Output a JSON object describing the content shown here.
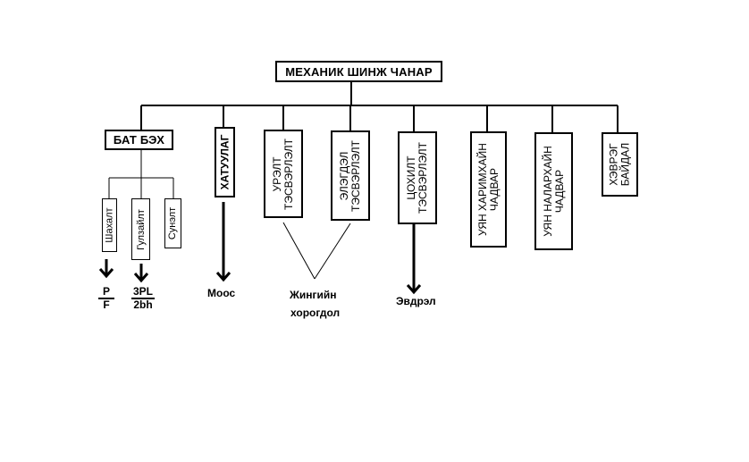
{
  "diagram": {
    "root": {
      "label": "МЕХАНИК ШИНЖ ЧАНАР"
    },
    "branches": [
      {
        "label": "БАТ БЭХ",
        "children": [
          {
            "label": "Шахалт",
            "formula": {
              "numerator": "P",
              "denominator": "F"
            }
          },
          {
            "label": "Гулзайлт",
            "formula": {
              "numerator": "3PL",
              "denominator": "2bh"
            }
          },
          {
            "label": "Сунэлт"
          }
        ]
      },
      {
        "label": "ХАТУУЛАГ",
        "result": "Моос"
      },
      {
        "label_line1": "УРЭЛТ",
        "label_line2": "ТЭСВЭРЛЭЛТ"
      },
      {
        "label_line1": "ЭЛЭГДЭЛ",
        "label_line2": "ТЭСВЭРЛЭЛТ"
      },
      {
        "label_line1": "ЦОХИЛТ",
        "label_line2": "ТЭСВЭРЛЭЛТ",
        "result": "Эвдрэл"
      },
      {
        "label_line1": "УЯН ХАРИМХАЙН",
        "label_line2": "ЧАДВАР"
      },
      {
        "label_line1": "УЯН НАЛАРХАЙН",
        "label_line2": "ЧАДВАР"
      },
      {
        "label_line1": "ХЭВРЭГ",
        "label_line2": "БАЙДАЛ"
      }
    ],
    "shared_result": {
      "line1": "Жингийн",
      "line2": "хорогдол"
    }
  }
}
